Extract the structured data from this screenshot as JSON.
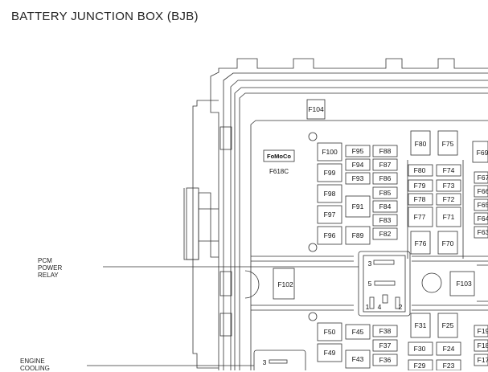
{
  "header": {
    "title": "BATTERY JUNCTION BOX (BJB)"
  },
  "callouts": [
    {
      "id": "pcm",
      "lines": [
        "PCM",
        "POWER",
        "RELAY"
      ]
    },
    {
      "id": "cooling",
      "lines": [
        "ENGINE",
        "COOLING"
      ]
    }
  ],
  "box": {
    "logo": "FoMoCo",
    "part_code": "F618C"
  },
  "fuses": {
    "top": "F104",
    "f100": "F100",
    "f99": "F99",
    "f98": "F98",
    "f97": "F97",
    "f96": "F96",
    "f95": "F95",
    "f94": "F94",
    "f93": "F93",
    "f88": "F88",
    "f87": "F87",
    "f86": "F86",
    "f85": "F85",
    "f84": "F84",
    "f83": "F83",
    "f82": "F82",
    "f91": "F91",
    "f89": "F89",
    "f80t": "F80",
    "f75t": "F75",
    "f69": "F69",
    "f80": "F80",
    "f74": "F74",
    "f79": "F79",
    "f73": "F73",
    "f78": "F78",
    "f72": "F72",
    "f77": "F77",
    "f71": "F71",
    "f76": "F76",
    "f70": "F70",
    "f67": "F67",
    "f66": "F66",
    "f65": "F65",
    "f64": "F64",
    "f63": "F63",
    "f102": "F102",
    "f103": "F103",
    "f50": "F50",
    "f49": "F49",
    "f45": "F45",
    "f43": "F43",
    "f38": "F38",
    "f37": "F37",
    "f36": "F36",
    "f31": "F31",
    "f25": "F25",
    "f30": "F30",
    "f24": "F24",
    "f29": "F29",
    "f23": "F23",
    "f19": "F19",
    "f18": "F18",
    "f17": "F17"
  },
  "relay_pins": {
    "p3": "3",
    "p5": "5",
    "p1": "1",
    "p4": "4",
    "p2": "2",
    "p3b": "3"
  }
}
